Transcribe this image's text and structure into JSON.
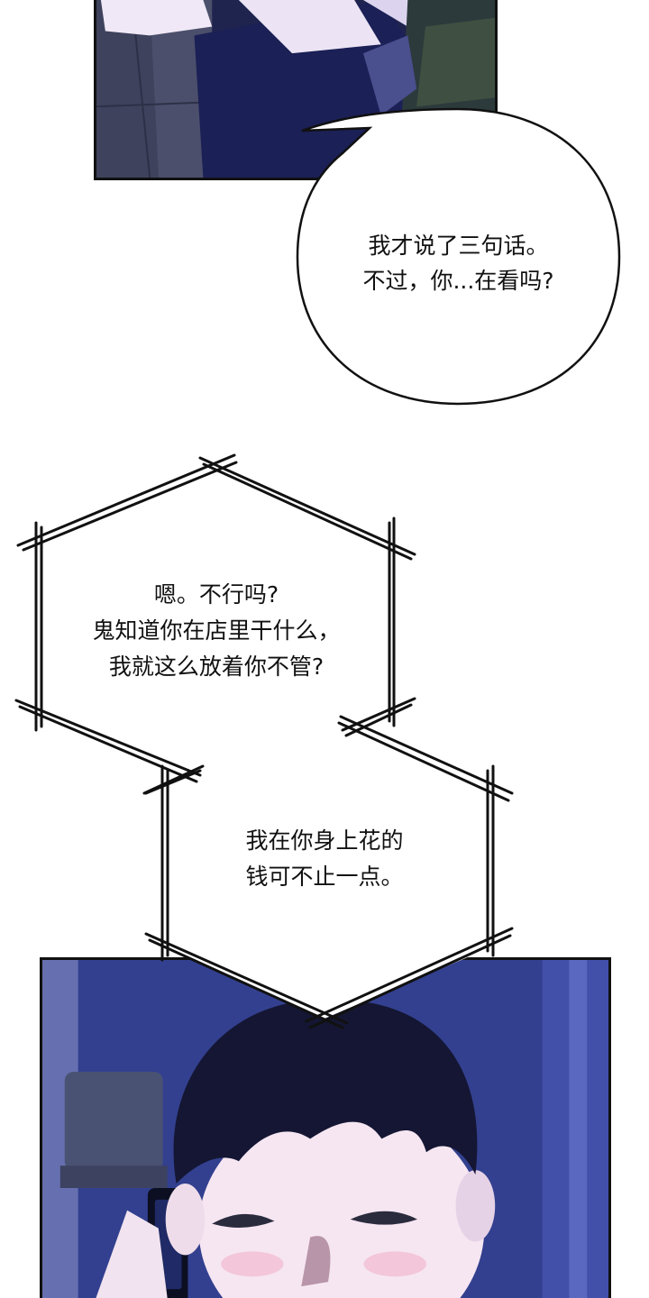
{
  "speech_bubbles": {
    "round": {
      "line1": "我才说了三句话。",
      "line2": "不过，你...在看吗?"
    },
    "hex_top": {
      "line1": "嗯。不行吗?",
      "line2": "鬼知道你在店里干什么，",
      "line3": "我就这么放着你不管?"
    },
    "hex_bottom": {
      "line1": "我在你身上花的",
      "line2": "钱可不止一点。"
    }
  },
  "colors": {
    "panel_dark_blue": "#1d2350",
    "panel_mid_blue": "#3a47a0",
    "bubble_stroke": "#111111"
  }
}
